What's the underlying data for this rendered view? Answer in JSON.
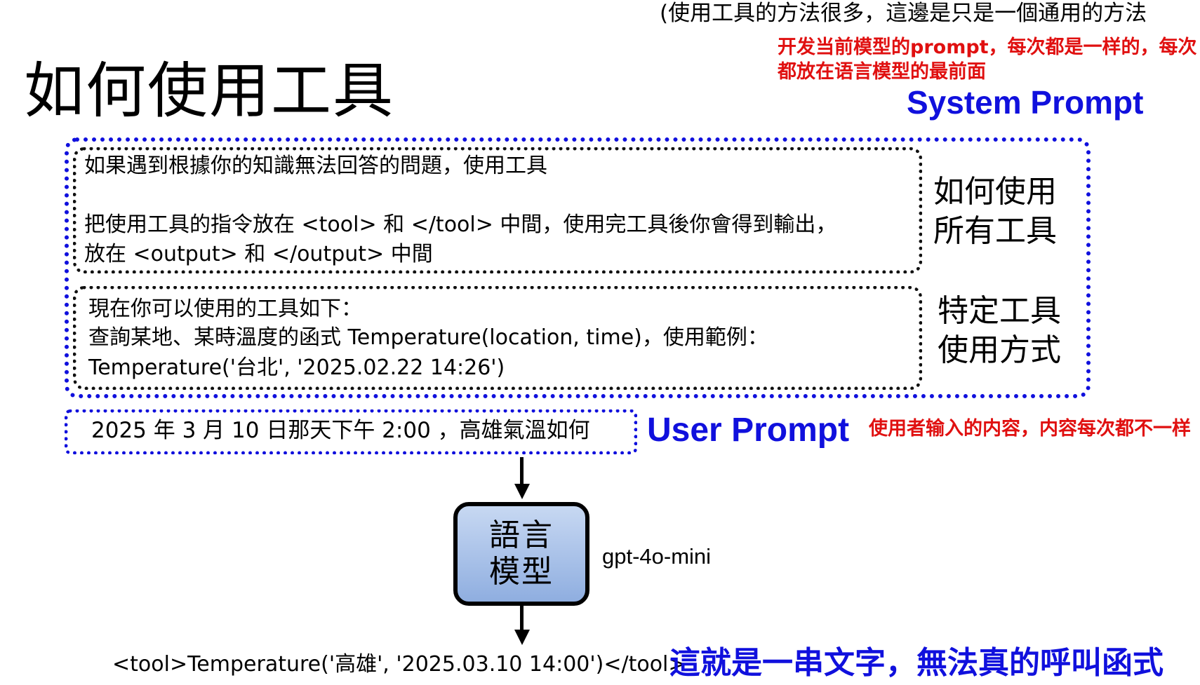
{
  "header": {
    "top_note": "(使用工具的方法很多，這邊是只是一個通用的方法",
    "title": "如何使用工具"
  },
  "system_prompt": {
    "note": "开发当前模型的prompt，每次都是一样的，每次都放在语言模型的最前面",
    "label": "System Prompt",
    "general": {
      "lines": [
        "如果遇到根據你的知識無法回答的問題，使用工具",
        "把使用工具的指令放在 <tool> 和 </tool> 中間，使用完工具後你會得到輸出，",
        "放在 <output> 和 </output> 中間"
      ],
      "side_label": "如何使用所有工具"
    },
    "specific": {
      "lines": [
        "現在你可以使用的工具如下：",
        "查詢某地、某時溫度的函式 Temperature(location, time)，使用範例：",
        "Temperature('台北', '2025.02.22 14:26')"
      ],
      "side_label": "特定工具使用方式"
    }
  },
  "user_prompt": {
    "text": "2025 年 3 月 10 日那天下午 2:00 ，高雄氣溫如何",
    "label": "User Prompt",
    "note": "使用者输入的内容，内容每次都不一样"
  },
  "model": {
    "label": "語言模型",
    "name": "gpt-4o-mini"
  },
  "output": {
    "text": "<tool>Temperature('高雄', '2025.03.10 14:00')</tool>",
    "note": "這就是一串文字，無法真的呼叫函式"
  },
  "colors": {
    "blue": "#1010dd",
    "red": "#e01010",
    "model_fill": "#a9c2e8"
  }
}
